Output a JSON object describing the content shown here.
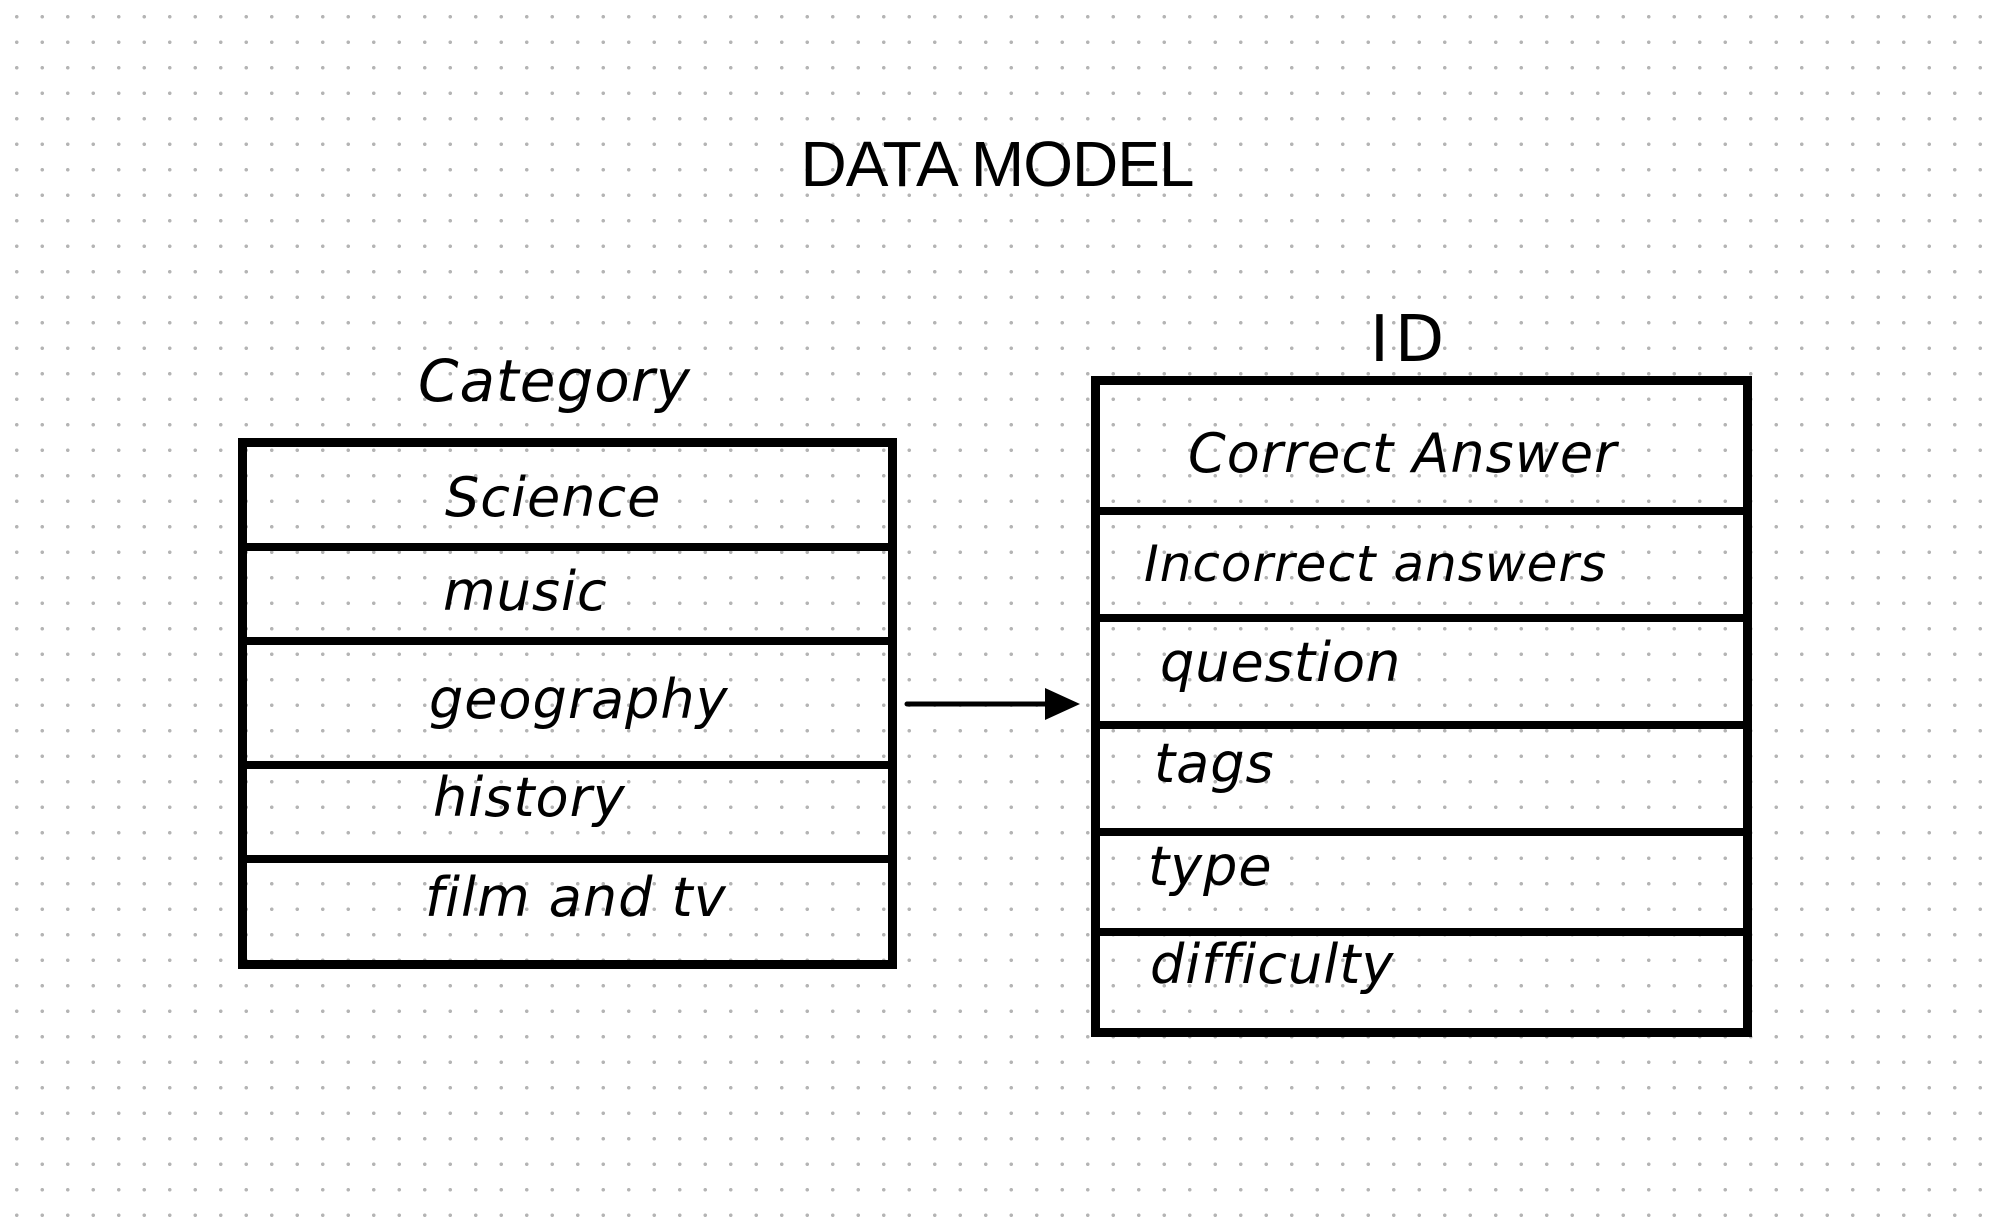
{
  "title": "DATA MODEL",
  "left_table": {
    "label": "Category",
    "rows": [
      "Science",
      "music",
      "geography",
      "history",
      "film and tv"
    ]
  },
  "right_table": {
    "label": "ID",
    "rows": [
      "Correct Answer",
      "Incorrect answers",
      "question",
      "tags",
      "type",
      "difficulty"
    ]
  },
  "colors": {
    "ink": "#000000",
    "grid_dot": "#b4b4b4",
    "background": "#ffffff"
  }
}
